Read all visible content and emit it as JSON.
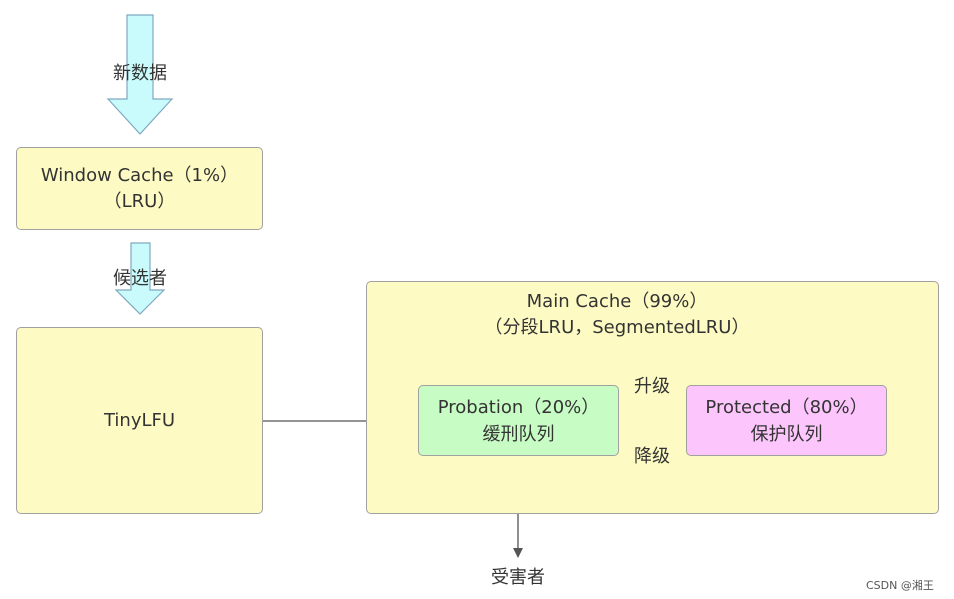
{
  "nodes": {
    "new_data": "新数据",
    "window_cache": {
      "line1": "Window Cache（1%）",
      "line2": "（LRU）"
    },
    "candidate": "候选者",
    "tinylfu": "TinyLFU",
    "main_cache": {
      "line1": "Main Cache（99%）",
      "line2": "（分段LRU，SegmentedLRU）"
    },
    "probation": {
      "line1": "Probation（20%）",
      "line2": "缓刑队列"
    },
    "protected": {
      "line1": "Protected（80%）",
      "line2": "保护队列"
    },
    "victim": "受害者"
  },
  "edges": {
    "promote": "升级",
    "demote": "降级"
  },
  "watermark": "CSDN @湘王",
  "colors": {
    "box_yellow": "#fdfbc3",
    "box_green": "#c7fcc4",
    "box_pink": "#fcc6fc",
    "arrow_cyan": "#c9fbfc",
    "line": "#555555"
  }
}
